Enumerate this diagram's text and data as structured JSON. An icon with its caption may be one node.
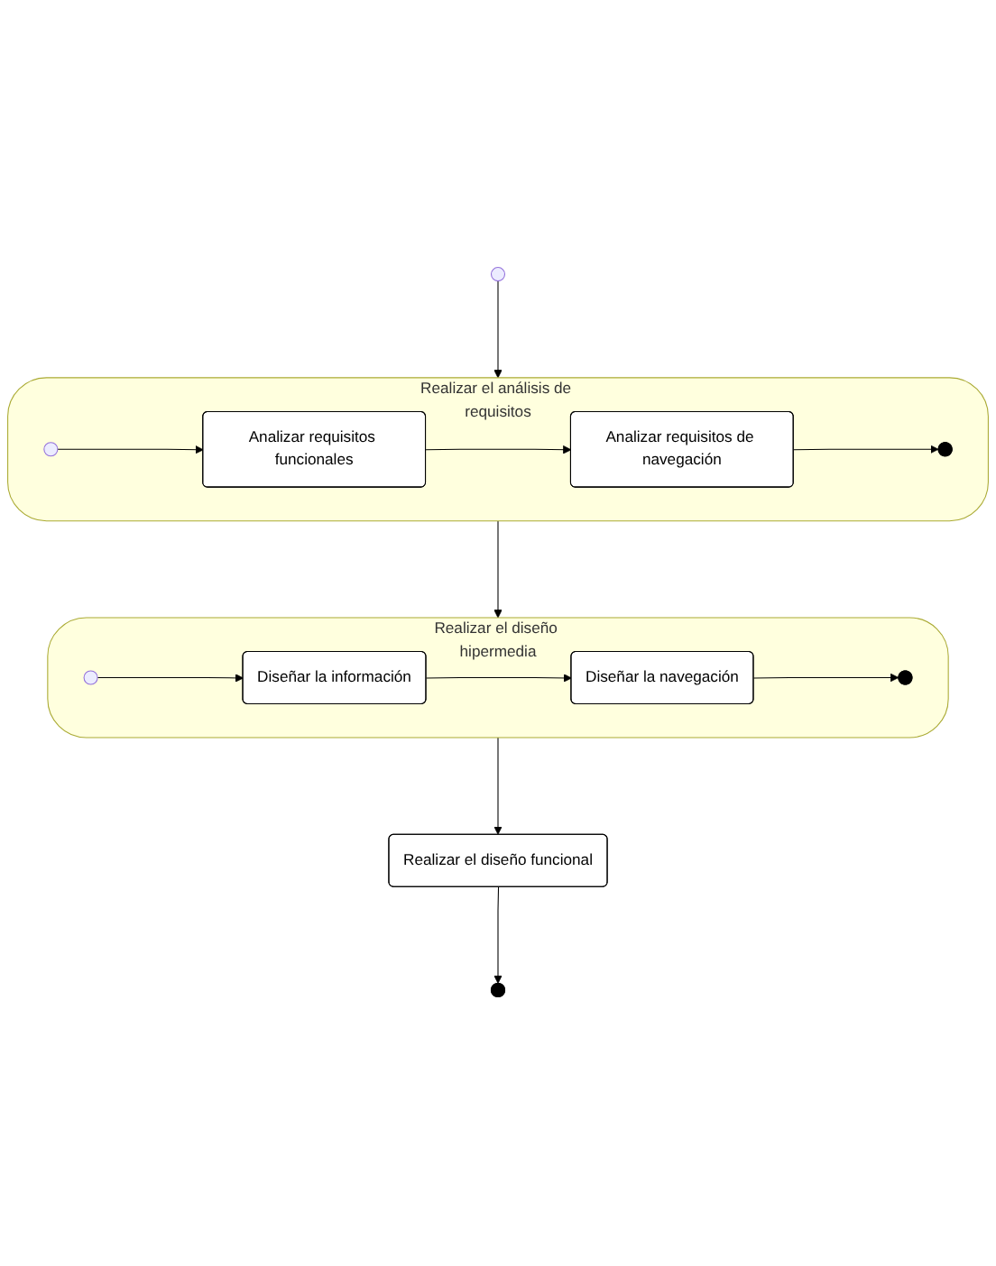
{
  "diagram": {
    "nodes": [
      {
        "text": [],
        "shape": "circle"
      },
      {
        "text": [
          "Realizar el análisis de requisitos"
        ]
      },
      {
        "text": [],
        "shape": "circle",
        "in": 1
      },
      {
        "text": [
          "Analizar requisitos funcionales"
        ],
        "in": 1
      },
      {
        "text": [
          "Analizar requisitos de navegación"
        ],
        "in": 1
      },
      {
        "text": [],
        "shape": "bullseye",
        "in": 1
      },
      {
        "text": [
          "Realizar el diseño hipermedia"
        ]
      },
      {
        "text": [],
        "shape": "circle",
        "in": 6
      },
      {
        "text": [
          "Diseñar la información"
        ],
        "in": 6
      },
      {
        "text": [
          "Diseñar la navegación"
        ],
        "in": 6
      },
      {
        "text": [],
        "shape": "bullseye",
        "in": 6
      },
      {
        "text": [
          "Realizar el diseño funcional"
        ]
      },
      {
        "text": [],
        "shape": "bullseye"
      }
    ],
    "edges": [
      {
        "from": 0,
        "to": 1,
        "arrow": "to"
      },
      {
        "from": 2,
        "to": 3,
        "arrow": "to"
      },
      {
        "from": 3,
        "to": 4,
        "arrow": "to"
      },
      {
        "from": 4,
        "to": 5,
        "arrow": "to"
      },
      {
        "from": 1,
        "to": 6,
        "arrow": "to"
      },
      {
        "from": 7,
        "to": 8,
        "arrow": "to"
      },
      {
        "from": 8,
        "to": 9,
        "arrow": "to"
      },
      {
        "from": 9,
        "to": 10,
        "arrow": "to"
      },
      {
        "from": 6,
        "to": 11,
        "arrow": "to"
      },
      {
        "from": 11,
        "to": 12,
        "arrow": "to"
      }
    ]
  }
}
